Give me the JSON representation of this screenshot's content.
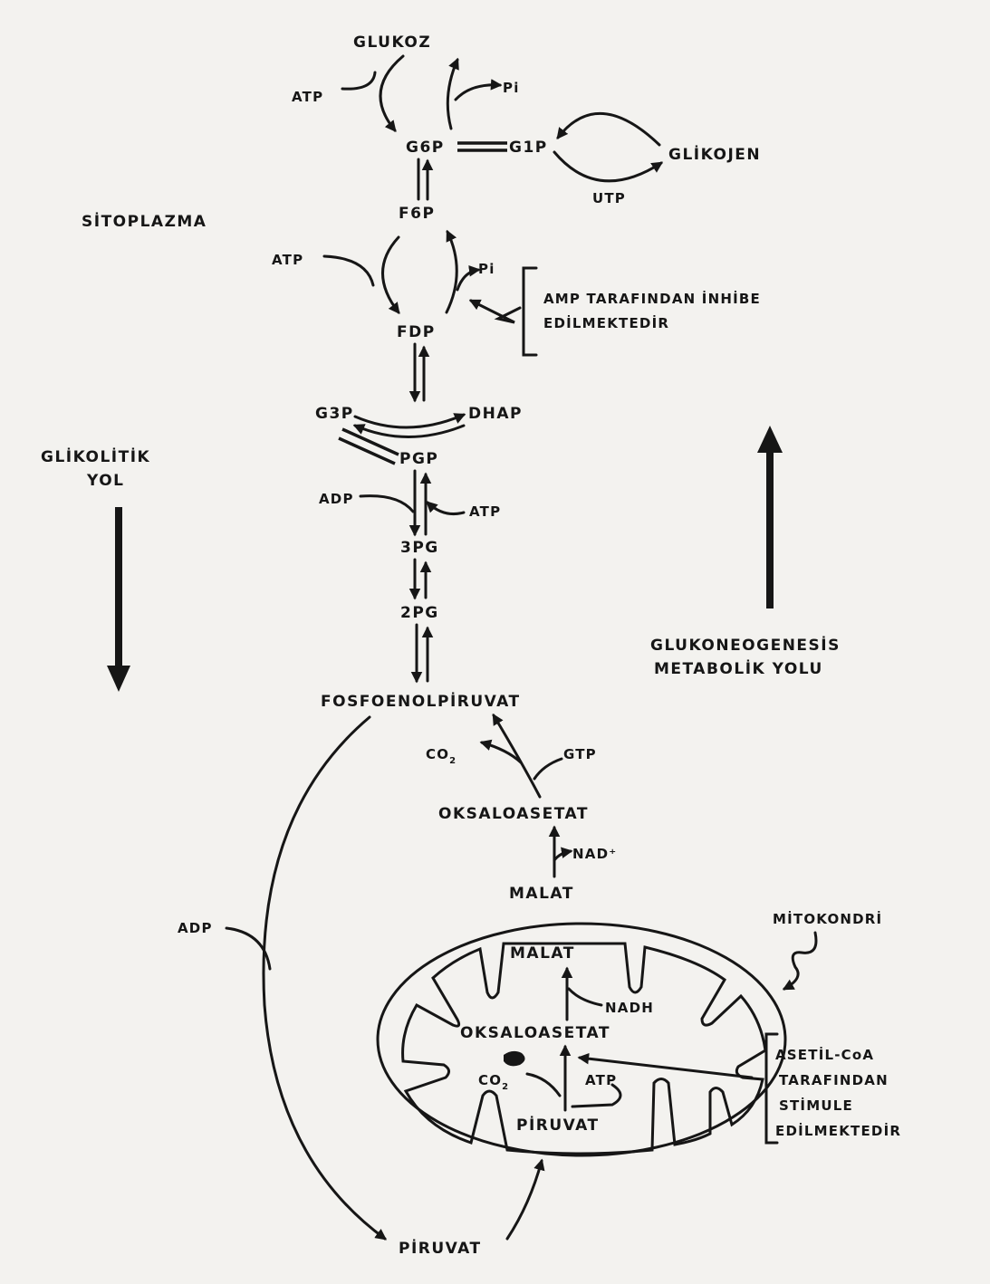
{
  "cytoplasm": {
    "compartment_label": "SİTOPLAZMA",
    "glucose": "GLUKOZ",
    "g6p": "G6P",
    "g1p": "G1P",
    "glycogen": "GLİKOJEN",
    "utp": "UTP",
    "f6p": "F6P",
    "fdp": "FDP",
    "g3p": "G3P",
    "dhap": "DHAP",
    "pgp": "PGP",
    "pg3": "3PG",
    "pg2": "2PG",
    "pep": "FOSFOENOLPİRUVAT",
    "gtp": "GTP",
    "co2": "CO",
    "co2_sub": "2",
    "oxaloacetate": "OKSALOASETAT",
    "nad": "NAD⁺",
    "malate": "MALAT",
    "adp_lower": "ADP",
    "pyruvate": "PİRUVAT",
    "atp_glucose": "ATP",
    "pi_glucose": "Pi",
    "atp_f6p": "ATP",
    "pi_f6p": "Pi",
    "adp_pgp": "ADP",
    "atp_pgp": "ATP"
  },
  "regulation_top": {
    "line1": "AMP TARAFINDAN İNHİBE",
    "line2": "EDİLMEKTEDİR"
  },
  "glycolysis": {
    "line1": "GLİKOLİTİK",
    "line2": "YOL"
  },
  "gluconeogenesis": {
    "line1": "GLUKONEOGENESİS",
    "line2": "METABOLİK YOLU"
  },
  "mitochondrion": {
    "label": "MİTOKONDRİ",
    "malate": "MALAT",
    "nadh": "NADH",
    "oxaloacetate": "OKSALOASETAT",
    "co2": "CO",
    "co2_sub": "2",
    "atp": "ATP",
    "pyruvate": "PİRUVAT"
  },
  "regulation_bottom": {
    "line1": "ASETİL-CoA",
    "line2": "TARAFINDAN",
    "line3": "STİMULE",
    "line4": "EDİLMEKTEDİR"
  }
}
